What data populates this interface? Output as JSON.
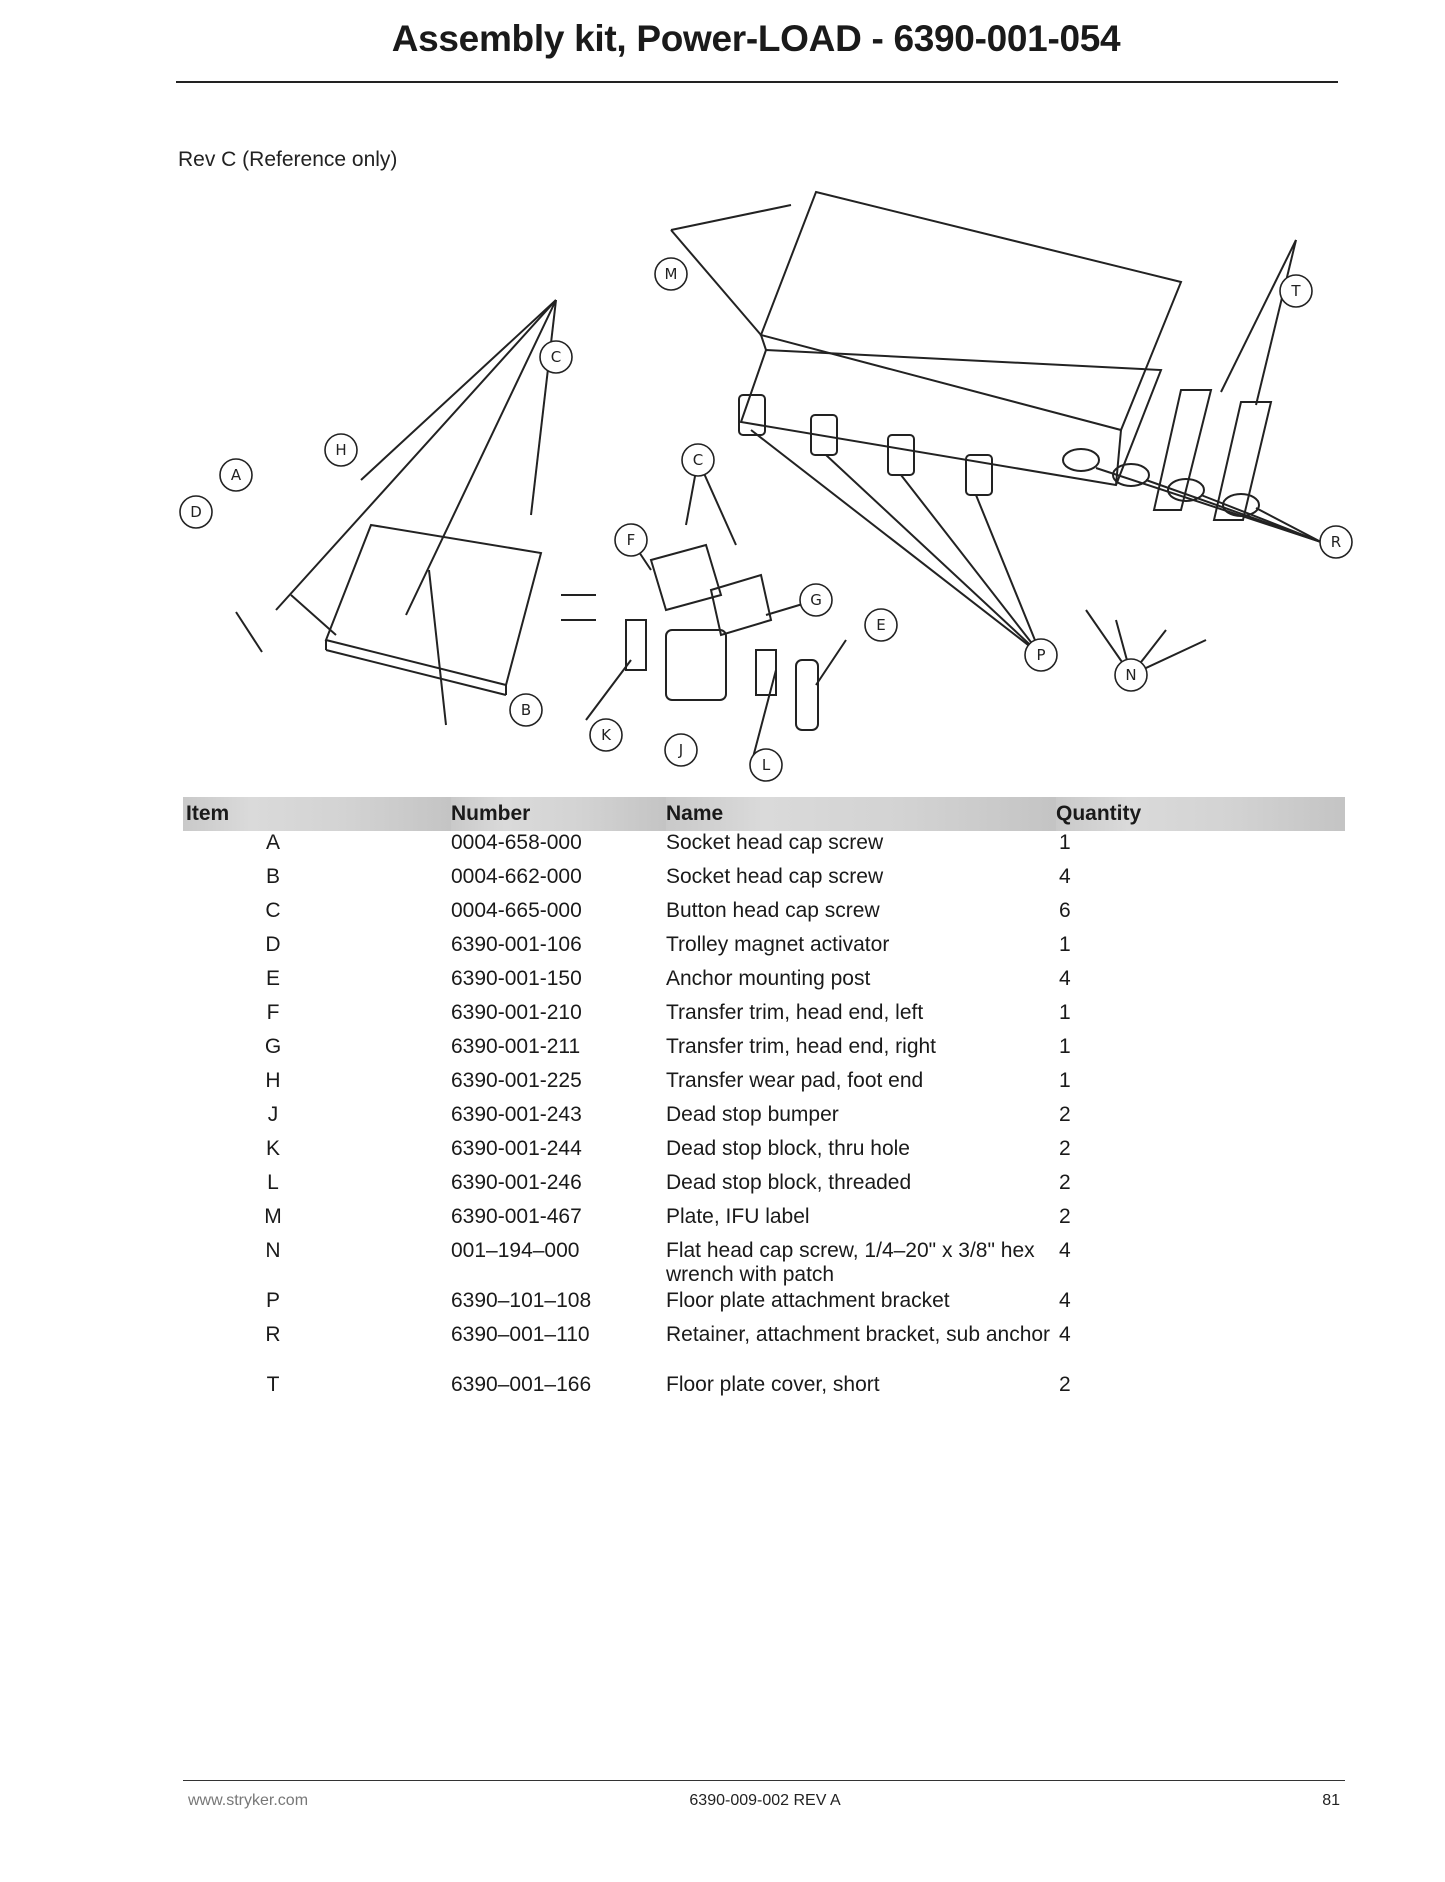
{
  "header": {
    "title": "Assembly kit, Power-LOAD - 6390-001-054",
    "revision": "Rev C (Reference only)"
  },
  "diagram": {
    "callouts": [
      "A",
      "B",
      "C",
      "C",
      "D",
      "E",
      "F",
      "G",
      "H",
      "J",
      "K",
      "L",
      "M",
      "N",
      "P",
      "R",
      "T"
    ]
  },
  "table": {
    "headers": {
      "item": "Item",
      "number": "Number",
      "name": "Name",
      "quantity": "Quantity"
    },
    "rows": [
      {
        "item": "A",
        "number": "0004-658-000",
        "name": "Socket head cap screw",
        "quantity": "1"
      },
      {
        "item": "B",
        "number": "0004-662-000",
        "name": "Socket head cap screw",
        "quantity": "4"
      },
      {
        "item": "C",
        "number": "0004-665-000",
        "name": "Button head cap screw",
        "quantity": "6"
      },
      {
        "item": "D",
        "number": "6390-001-106",
        "name": "Trolley magnet activator",
        "quantity": "1"
      },
      {
        "item": "E",
        "number": "6390-001-150",
        "name": "Anchor mounting post",
        "quantity": "4"
      },
      {
        "item": "F",
        "number": "6390-001-210",
        "name": "Transfer trim, head end, left",
        "quantity": "1"
      },
      {
        "item": "G",
        "number": "6390-001-211",
        "name": "Transfer trim, head end, right",
        "quantity": "1"
      },
      {
        "item": "H",
        "number": "6390-001-225",
        "name": "Transfer wear pad, foot end",
        "quantity": "1"
      },
      {
        "item": "J",
        "number": "6390-001-243",
        "name": "Dead stop bumper",
        "quantity": "2"
      },
      {
        "item": "K",
        "number": "6390-001-244",
        "name": "Dead stop block, thru hole",
        "quantity": "2"
      },
      {
        "item": "L",
        "number": "6390-001-246",
        "name": "Dead stop block, threaded",
        "quantity": "2"
      },
      {
        "item": "M",
        "number": "6390-001-467",
        "name": "Plate, IFU label",
        "quantity": "2"
      },
      {
        "item": "N",
        "number": "001–194–000",
        "name": "Flat head cap screw, 1/4–20\" x 3/8\" hex wrench with patch",
        "quantity": "4"
      },
      {
        "item": "P",
        "number": "6390–101–108",
        "name": "Floor plate attachment bracket",
        "quantity": "4"
      },
      {
        "item": "R",
        "number": "6390–001–110",
        "name": "Retainer, attachment bracket, sub anchor",
        "quantity": "4"
      },
      {
        "item": "T",
        "number": "6390–001–166",
        "name": "Floor plate cover, short",
        "quantity": "2"
      }
    ]
  },
  "footer": {
    "website": "www.stryker.com",
    "doc_number": "6390-009-002 REV A",
    "page_number": "81"
  }
}
